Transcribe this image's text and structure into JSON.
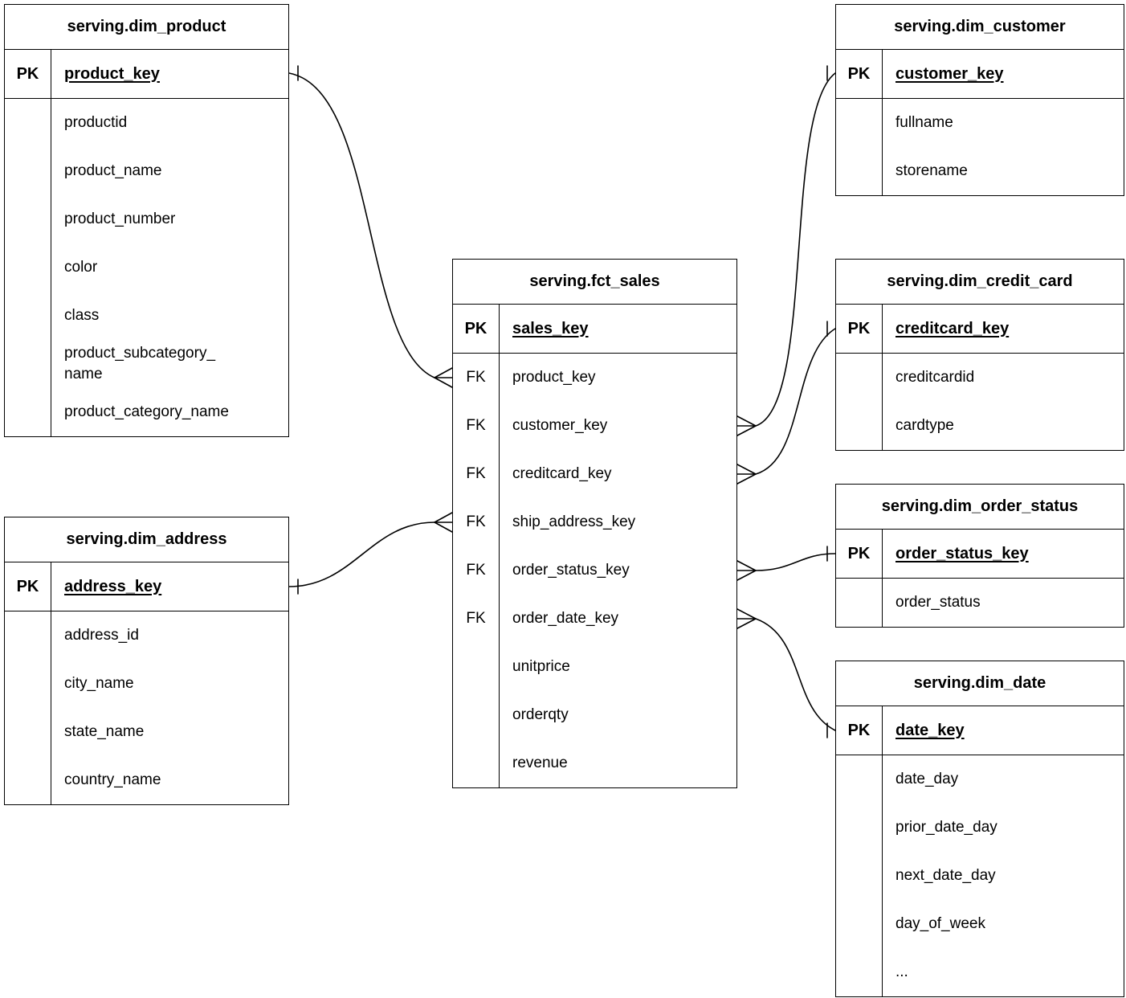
{
  "tables": {
    "dim_product": {
      "title": "serving.dim_product",
      "pk": {
        "label": "PK",
        "field": "product_key"
      },
      "fields": [
        {
          "tag": "",
          "name": "productid"
        },
        {
          "tag": "",
          "name": "product_name"
        },
        {
          "tag": "",
          "name": "product_number"
        },
        {
          "tag": "",
          "name": "color"
        },
        {
          "tag": "",
          "name": "class"
        },
        {
          "tag": "",
          "name": "product_subcategory_\nname"
        },
        {
          "tag": "",
          "name": "product_category_name"
        }
      ]
    },
    "dim_customer": {
      "title": "serving.dim_customer",
      "pk": {
        "label": "PK",
        "field": "customer_key"
      },
      "fields": [
        {
          "tag": "",
          "name": "fullname"
        },
        {
          "tag": "",
          "name": "storename"
        }
      ]
    },
    "fct_sales": {
      "title": "serving.fct_sales",
      "pk": {
        "label": "PK",
        "field": "sales_key"
      },
      "fields": [
        {
          "tag": "FK",
          "name": "product_key"
        },
        {
          "tag": "FK",
          "name": "customer_key"
        },
        {
          "tag": "FK",
          "name": "creditcard_key"
        },
        {
          "tag": "FK",
          "name": "ship_address_key"
        },
        {
          "tag": "FK",
          "name": "order_status_key"
        },
        {
          "tag": "FK",
          "name": "order_date_key"
        },
        {
          "tag": "",
          "name": "unitprice"
        },
        {
          "tag": "",
          "name": "orderqty"
        },
        {
          "tag": "",
          "name": "revenue"
        }
      ]
    },
    "dim_credit_card": {
      "title": "serving.dim_credit_card",
      "pk": {
        "label": "PK",
        "field": "creditcard_key"
      },
      "fields": [
        {
          "tag": "",
          "name": "creditcardid"
        },
        {
          "tag": "",
          "name": "cardtype"
        }
      ]
    },
    "dim_order_status": {
      "title": "serving.dim_order_status",
      "pk": {
        "label": "PK",
        "field": "order_status_key"
      },
      "fields": [
        {
          "tag": "",
          "name": "order_status"
        }
      ]
    },
    "dim_date": {
      "title": "serving.dim_date",
      "pk": {
        "label": "PK",
        "field": "date_key"
      },
      "fields": [
        {
          "tag": "",
          "name": "date_day"
        },
        {
          "tag": "",
          "name": "prior_date_day"
        },
        {
          "tag": "",
          "name": "next_date_day"
        },
        {
          "tag": "",
          "name": "day_of_week"
        },
        {
          "tag": "",
          "name": "..."
        }
      ]
    },
    "dim_address": {
      "title": "serving.dim_address",
      "pk": {
        "label": "PK",
        "field": "address_key"
      },
      "fields": [
        {
          "tag": "",
          "name": "address_id"
        },
        {
          "tag": "",
          "name": "city_name"
        },
        {
          "tag": "",
          "name": "state_name"
        },
        {
          "tag": "",
          "name": "country_name"
        }
      ]
    }
  },
  "relationships": [
    {
      "from": "fct_sales.product_key",
      "to": "dim_product.product_key",
      "cardinality": "many-to-one"
    },
    {
      "from": "fct_sales.customer_key",
      "to": "dim_customer.customer_key",
      "cardinality": "many-to-one"
    },
    {
      "from": "fct_sales.creditcard_key",
      "to": "dim_credit_card.creditcard_key",
      "cardinality": "many-to-one"
    },
    {
      "from": "fct_sales.ship_address_key",
      "to": "dim_address.address_key",
      "cardinality": "many-to-one"
    },
    {
      "from": "fct_sales.order_status_key",
      "to": "dim_order_status.order_status_key",
      "cardinality": "many-to-one"
    },
    {
      "from": "fct_sales.order_date_key",
      "to": "dim_date.date_key",
      "cardinality": "many-to-one"
    }
  ],
  "colors": {
    "line": "#000000",
    "border": "#000000",
    "background": "#ffffff"
  }
}
